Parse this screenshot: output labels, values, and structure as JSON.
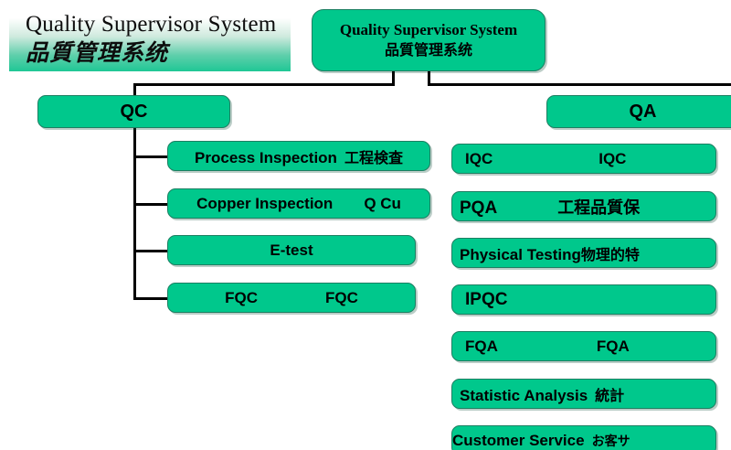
{
  "banner": {
    "title_en": "Quality Supervisor System",
    "title_cjk": "品質管理系统"
  },
  "root": {
    "title_en": "Quality Supervisor System",
    "title_cjk": "品質管理系统"
  },
  "branches": [
    {
      "head": {
        "label": "QC"
      },
      "children": [
        {
          "en": "Process Inspection",
          "cjk": "工程検査"
        },
        {
          "en": "Copper Inspection",
          "cjk": "Q Cu"
        },
        {
          "en": "E-test",
          "cjk": ""
        },
        {
          "en": "FQC",
          "cjk": "FQC"
        }
      ]
    },
    {
      "head": {
        "label": "QA"
      },
      "children": [
        {
          "en": "IQC",
          "cjk": "IQC"
        },
        {
          "en": "PQA",
          "cjk": "工程品質保"
        },
        {
          "en": "Physical Testing",
          "cjk": "物理的特"
        },
        {
          "en": "IPQC",
          "cjk": ""
        },
        {
          "en": "FQA",
          "cjk": "FQA"
        },
        {
          "en": "Statistic Analysis",
          "cjk": "統計"
        },
        {
          "en": "Customer Service",
          "cjk": "お客サ"
        }
      ]
    }
  ],
  "colors": {
    "node_fill": "#00c88c",
    "node_border": "#1d7f62",
    "banner_gradient_end": "#1fc795",
    "line": "#000000",
    "background": "#ffffff"
  }
}
